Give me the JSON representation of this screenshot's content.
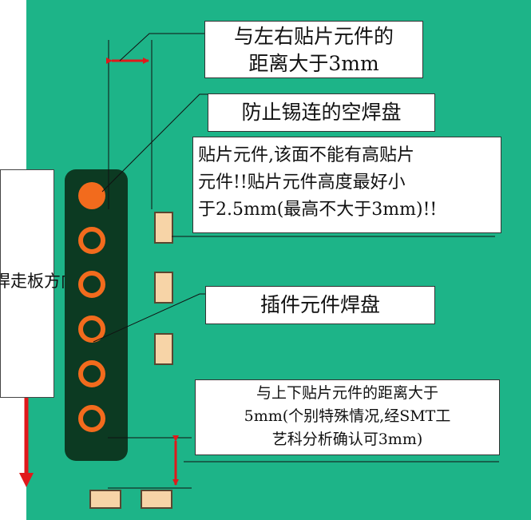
{
  "labels": {
    "spacing_left_right": "与左右贴片元件的距离大于3mm",
    "spacing_left_right_l1": "与左右贴片元件的",
    "spacing_left_right_l2": "距离大于3mm",
    "anti_bridge_pad": "防止锡连的空焊盘",
    "smd_note_l1": "贴片元件,该面不能有高贴片",
    "smd_note_l2": "元件!!贴片元件高度最好小",
    "smd_note_l3": "于2.5mm(最高不大于3mm)!!",
    "tht_pad": "插件元件焊盘",
    "spacing_up_down_l1": "与上下贴片元件的距离大于",
    "spacing_up_down_l2": "5mm(个别特殊情况,经SMT工",
    "spacing_up_down_l3": "艺科分析确认可3mm)",
    "direction": "焊走板方向"
  },
  "colors": {
    "board": "#1db488",
    "pad": "#f26b1d",
    "strip": "#0c3a22",
    "smd": "#f7d4a7",
    "arrow": "#e0191b"
  }
}
